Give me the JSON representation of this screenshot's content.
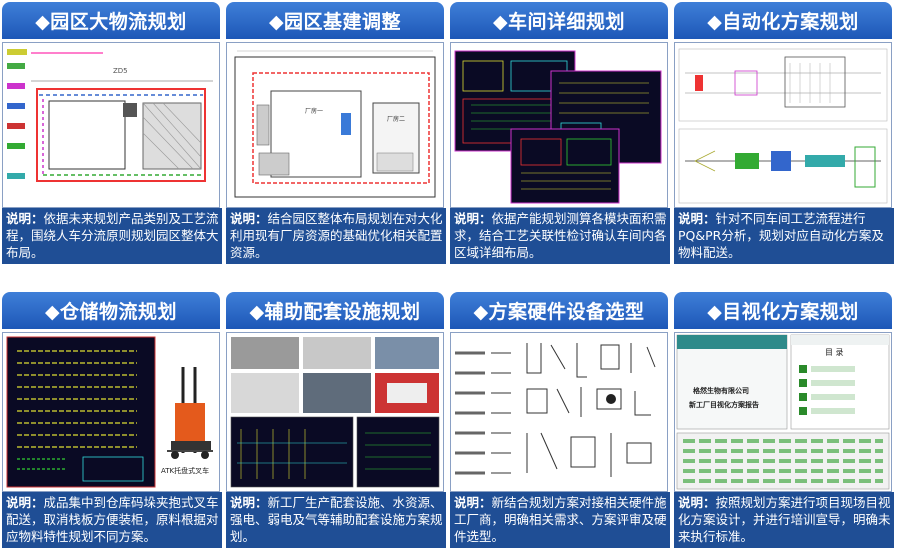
{
  "desc_prefix": "说明：",
  "cards": [
    {
      "title": "◆园区大物流规划",
      "desc": "依据未来规划产品类别及工艺流程，围绕人车分流原则规划园区整体大布局。"
    },
    {
      "title": "◆园区基建调整",
      "desc": "结合园区整体布局规划在对大化利用现有厂房资源的基础优化相关配置资源。"
    },
    {
      "title": "◆车间详细规划",
      "desc": "依据产能规划测算各模块面积需求，结合工艺关联性检讨确认车间内各区域详细布局。"
    },
    {
      "title": "◆自动化方案规划",
      "desc": "针对不同车间工艺流程进行PQ&PR分析，规划对应自动化方案及物料配送。"
    },
    {
      "title": "◆仓储物流规划",
      "desc": "成品集中到仓库码垛夹抱式叉车配送，取消栈板方便装柜，原料根据对应物料特性规划不同方案。"
    },
    {
      "title": "◆辅助配套设施规划",
      "desc": "新工厂生产配套设施、水资源、强电、弱电及气等辅助配套设施方案规划。"
    },
    {
      "title": "◆方案硬件设备选型",
      "desc": "新结合规划方案对接相关硬件施工厂商，明确相关需求、方案评审及硬件选型。"
    },
    {
      "title": "◆目视化方案规划",
      "desc": "按照规划方案进行项目现场目视化方案设计，并进行培训宣导，明确未来执行标准。"
    }
  ],
  "thumbs": {
    "c1_note": "ZD5",
    "c2_labels": [
      "厂房一",
      "厂房二"
    ],
    "c5_caption": "ATK托盘式叉车",
    "c8_company": "格然生物有限公司",
    "c8_subtitle": "新工厂目视化方案报告",
    "c8_toc_title": "目 录"
  },
  "colors": {
    "header_top": "#3f7fd8",
    "header_bottom": "#1d57b7",
    "desc_bg": "#1f4e95"
  }
}
